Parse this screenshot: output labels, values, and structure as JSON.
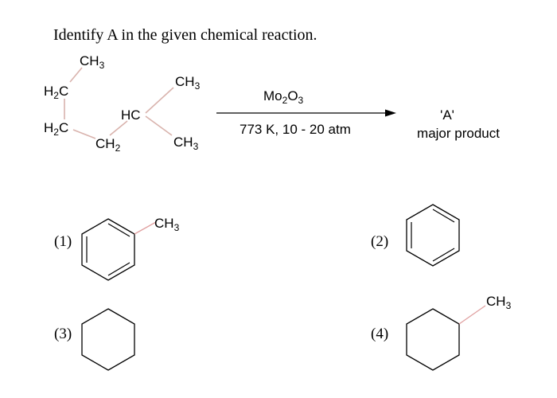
{
  "question": "Identify A in the given chemical reaction.",
  "reactant": {
    "ch3_top": "CH",
    "ch3_top_sub": "3",
    "h2c_upper": "H",
    "h2c_upper_sub": "2",
    "h2c_upper_c": "C",
    "h2c_lower": "H",
    "h2c_lower_sub": "2",
    "h2c_lower_c": "C",
    "hc": "HC",
    "ch2": "CH",
    "ch2_sub": "2",
    "ch3_right_top": "CH",
    "ch3_right_top_sub": "3",
    "ch3_right_bottom": "CH",
    "ch3_right_bottom_sub": "3"
  },
  "conditions": {
    "reagent_main": "Mo",
    "reagent_sub1": "2",
    "reagent_o": "O",
    "reagent_sub2": "3",
    "temp_pressure": "773 K, 10 - 20 atm"
  },
  "product": {
    "label": "'A'",
    "desc": "major product"
  },
  "options": [
    {
      "number": "(1)",
      "substituent": "CH",
      "substituent_sub": "3"
    },
    {
      "number": "(2)"
    },
    {
      "number": "(3)"
    },
    {
      "number": "(4)",
      "substituent": "CH",
      "substituent_sub": "3"
    }
  ]
}
